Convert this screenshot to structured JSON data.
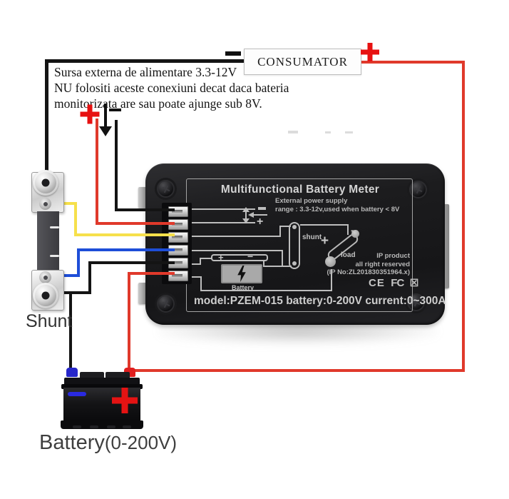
{
  "colors": {
    "wire_red": "#e0392b",
    "wire_yellow": "#f6e04b",
    "wire_blue": "#1e4ed8",
    "wire_black": "#141414",
    "accent_red": "#e71111",
    "battery_blue": "#2a2ae0",
    "device_body": "#1c1c1e",
    "label_print": "#bdbdbd"
  },
  "notes": {
    "l1": "Sursa externa de alimentare 3.3-12V",
    "l2": "NU folositi aceste conexiuni decat daca bateria",
    "l3": "monitorizata are sau poate ajunge sub 8V."
  },
  "consumer": {
    "label": "CONSUMATOR"
  },
  "shunt": {
    "label": "Shunt"
  },
  "battery": {
    "name": "Battery",
    "range": "(0-200V)"
  },
  "device": {
    "title": "Multifunctional Battery Meter",
    "ext1": "External power supply",
    "ext2": "range : 3.3-12v,used when battery < 8V",
    "minus": "−",
    "plus": "+",
    "shunt_label": "shunt",
    "load_label": "load",
    "load_plus": "+",
    "load_minus": "−",
    "batt_label": "Battery",
    "batt_plus": "+",
    "batt_minus": "−",
    "ip1": "IP product",
    "ip2": "all right reserved",
    "ip3": "(IP No:ZL201830351964.x)",
    "ce_mark": "CE",
    "fcc_mark": "FC",
    "weee_mark": "☒",
    "model": "model:PZEM-015 battery:0-200V current:0~300A"
  }
}
